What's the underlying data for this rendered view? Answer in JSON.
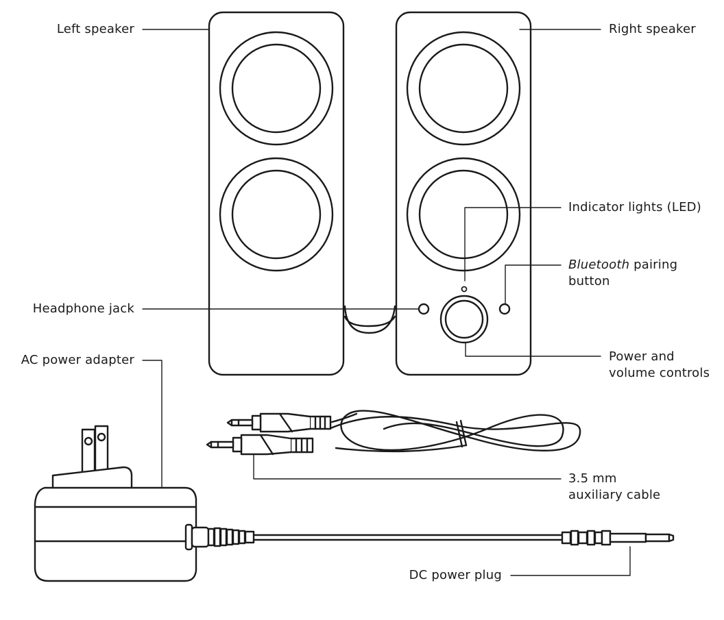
{
  "labels": {
    "left_speaker": "Left speaker",
    "right_speaker": "Right speaker",
    "indicator_lights": "Indicator lights (LED)",
    "bluetooth_word": "Bluetooth",
    "pairing_rest_line1": " pairing",
    "pairing_line2": "button",
    "headphone_jack": "Headphone jack",
    "ac_power_adapter": "AC power adapter",
    "power_volume_line1": "Power and",
    "power_volume_line2": "volume controls",
    "aux_cable_line1": "3.5 mm",
    "aux_cable_line2": "auxiliary cable",
    "dc_power_plug": "DC power plug"
  },
  "colors": {
    "stroke": "#1a1a1a",
    "background": "#ffffff"
  }
}
